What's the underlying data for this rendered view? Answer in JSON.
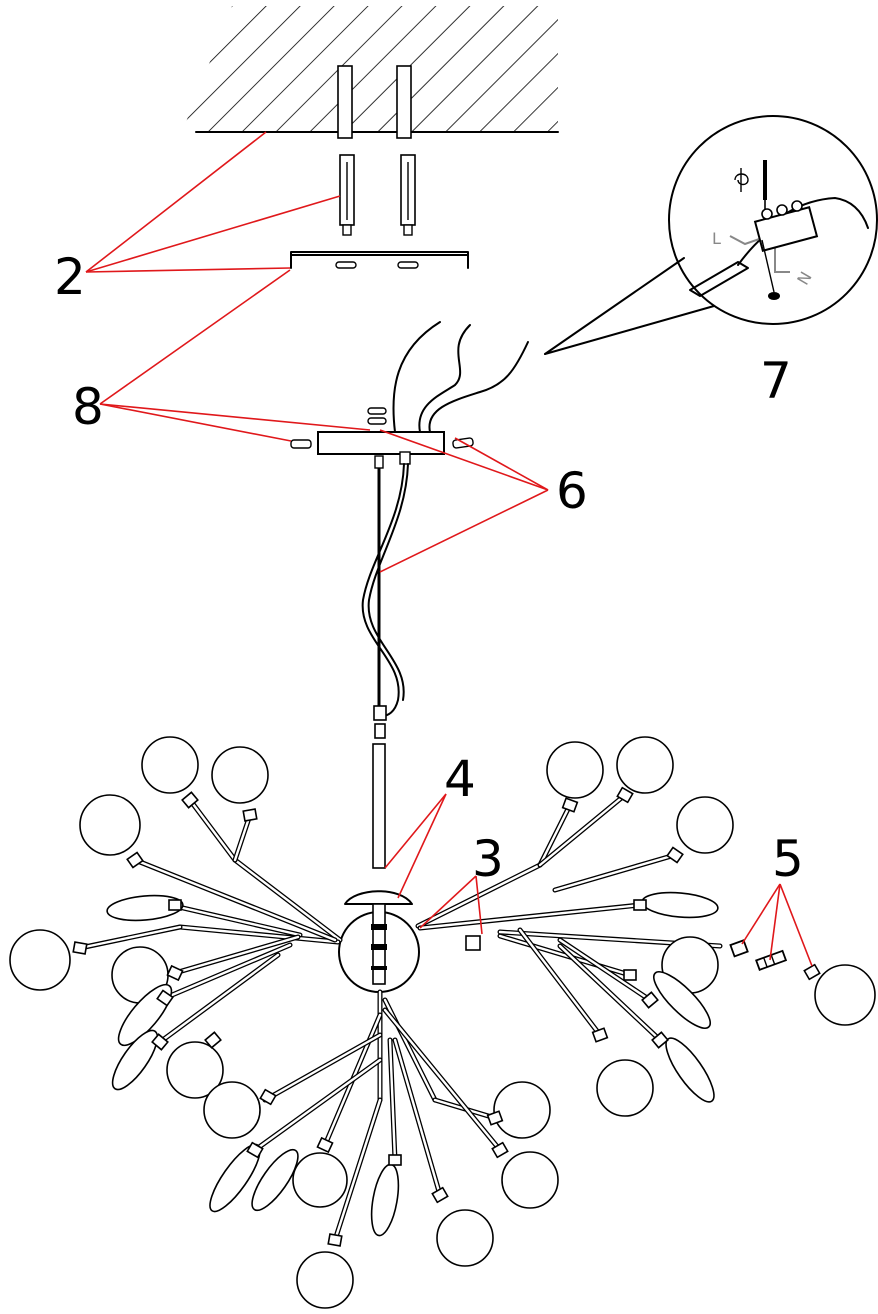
{
  "diagram": {
    "callouts": {
      "c2": "2",
      "c3": "3",
      "c4": "4",
      "c5": "5",
      "c6": "6",
      "c7": "7",
      "c8": "8"
    },
    "wire_labels": {
      "live": "L",
      "neutral": "N"
    },
    "colors": {
      "leader_line": "#e0181b",
      "outline": "#000000",
      "wire_label": "#888888",
      "background": "#ffffff"
    }
  }
}
